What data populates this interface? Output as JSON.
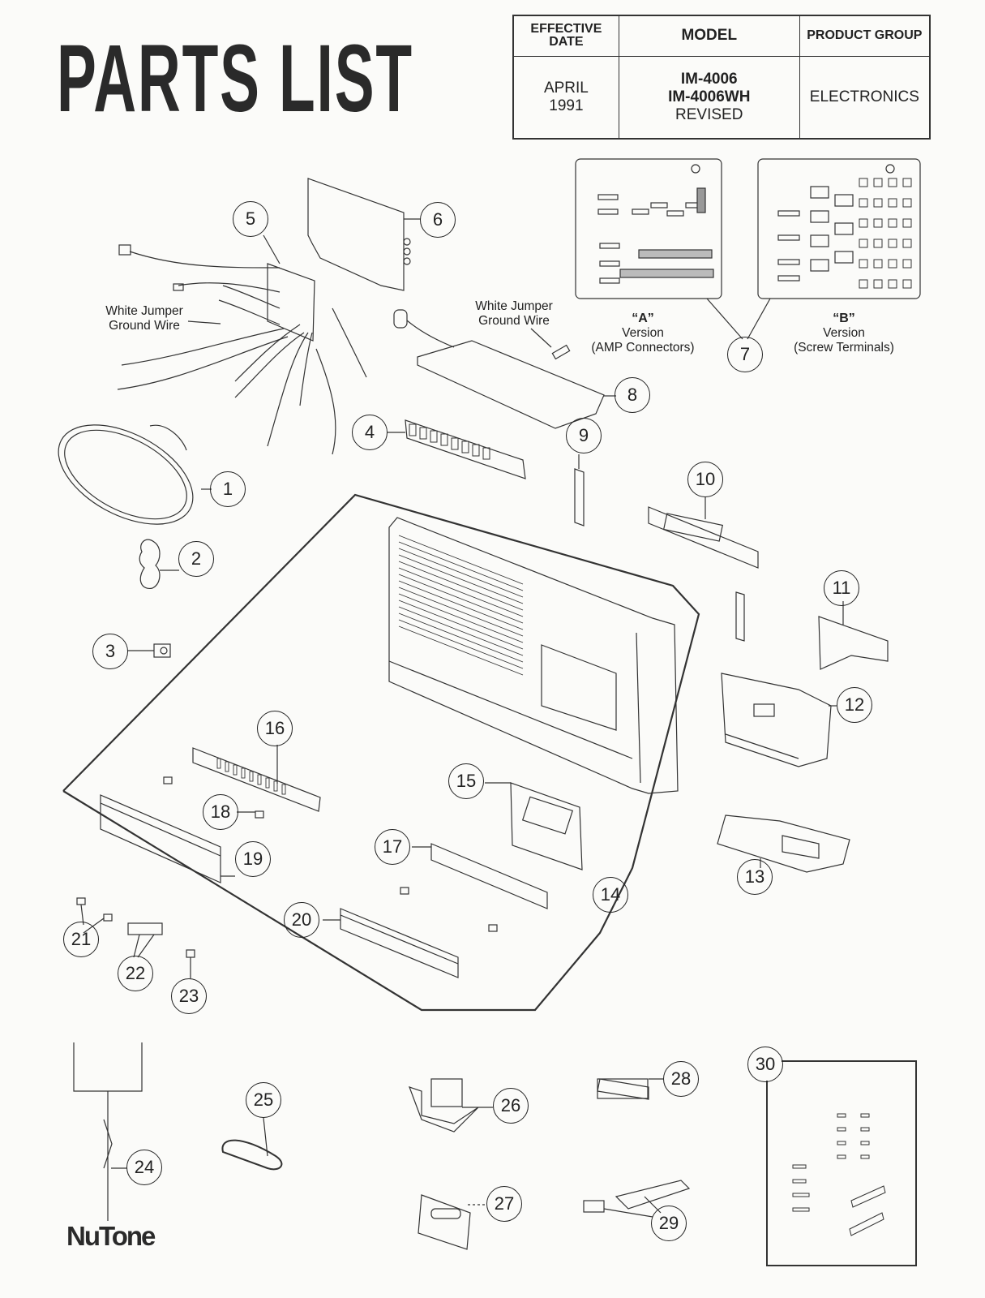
{
  "page": {
    "title": "PARTS LIST",
    "brand_logo": "NuTone"
  },
  "header_table": {
    "effective_date_label": "EFFECTIVE DATE",
    "effective_date_value_month": "APRIL",
    "effective_date_value_year": "1991",
    "model_label": "MODEL",
    "model_values": [
      "IM-4006",
      "IM-4006WH",
      "REVISED"
    ],
    "product_group_label": "PRODUCT GROUP",
    "product_group_value": "ELECTRONICS"
  },
  "annotations": {
    "jumper_left": [
      "White Jumper",
      "Ground Wire"
    ],
    "jumper_right": [
      "White Jumper",
      "Ground Wire"
    ],
    "version_a": {
      "tag": "“A”",
      "line1": "Version",
      "line2": "(AMP Connectors)"
    },
    "version_b": {
      "tag": "“B”",
      "line1": "Version",
      "line2": "(Screw Terminals)"
    }
  },
  "callouts": [
    {
      "n": "1"
    },
    {
      "n": "2"
    },
    {
      "n": "3"
    },
    {
      "n": "4"
    },
    {
      "n": "5"
    },
    {
      "n": "6"
    },
    {
      "n": "7"
    },
    {
      "n": "8"
    },
    {
      "n": "9"
    },
    {
      "n": "10"
    },
    {
      "n": "11"
    },
    {
      "n": "12"
    },
    {
      "n": "13"
    },
    {
      "n": "14"
    },
    {
      "n": "15"
    },
    {
      "n": "16"
    },
    {
      "n": "17"
    },
    {
      "n": "18"
    },
    {
      "n": "19"
    },
    {
      "n": "20"
    },
    {
      "n": "21"
    },
    {
      "n": "22"
    },
    {
      "n": "23"
    },
    {
      "n": "24"
    },
    {
      "n": "25"
    },
    {
      "n": "26"
    },
    {
      "n": "27"
    },
    {
      "n": "28"
    },
    {
      "n": "29"
    },
    {
      "n": "30"
    }
  ],
  "colors": {
    "ink": "#222222",
    "paper": "#fbfbf9"
  }
}
